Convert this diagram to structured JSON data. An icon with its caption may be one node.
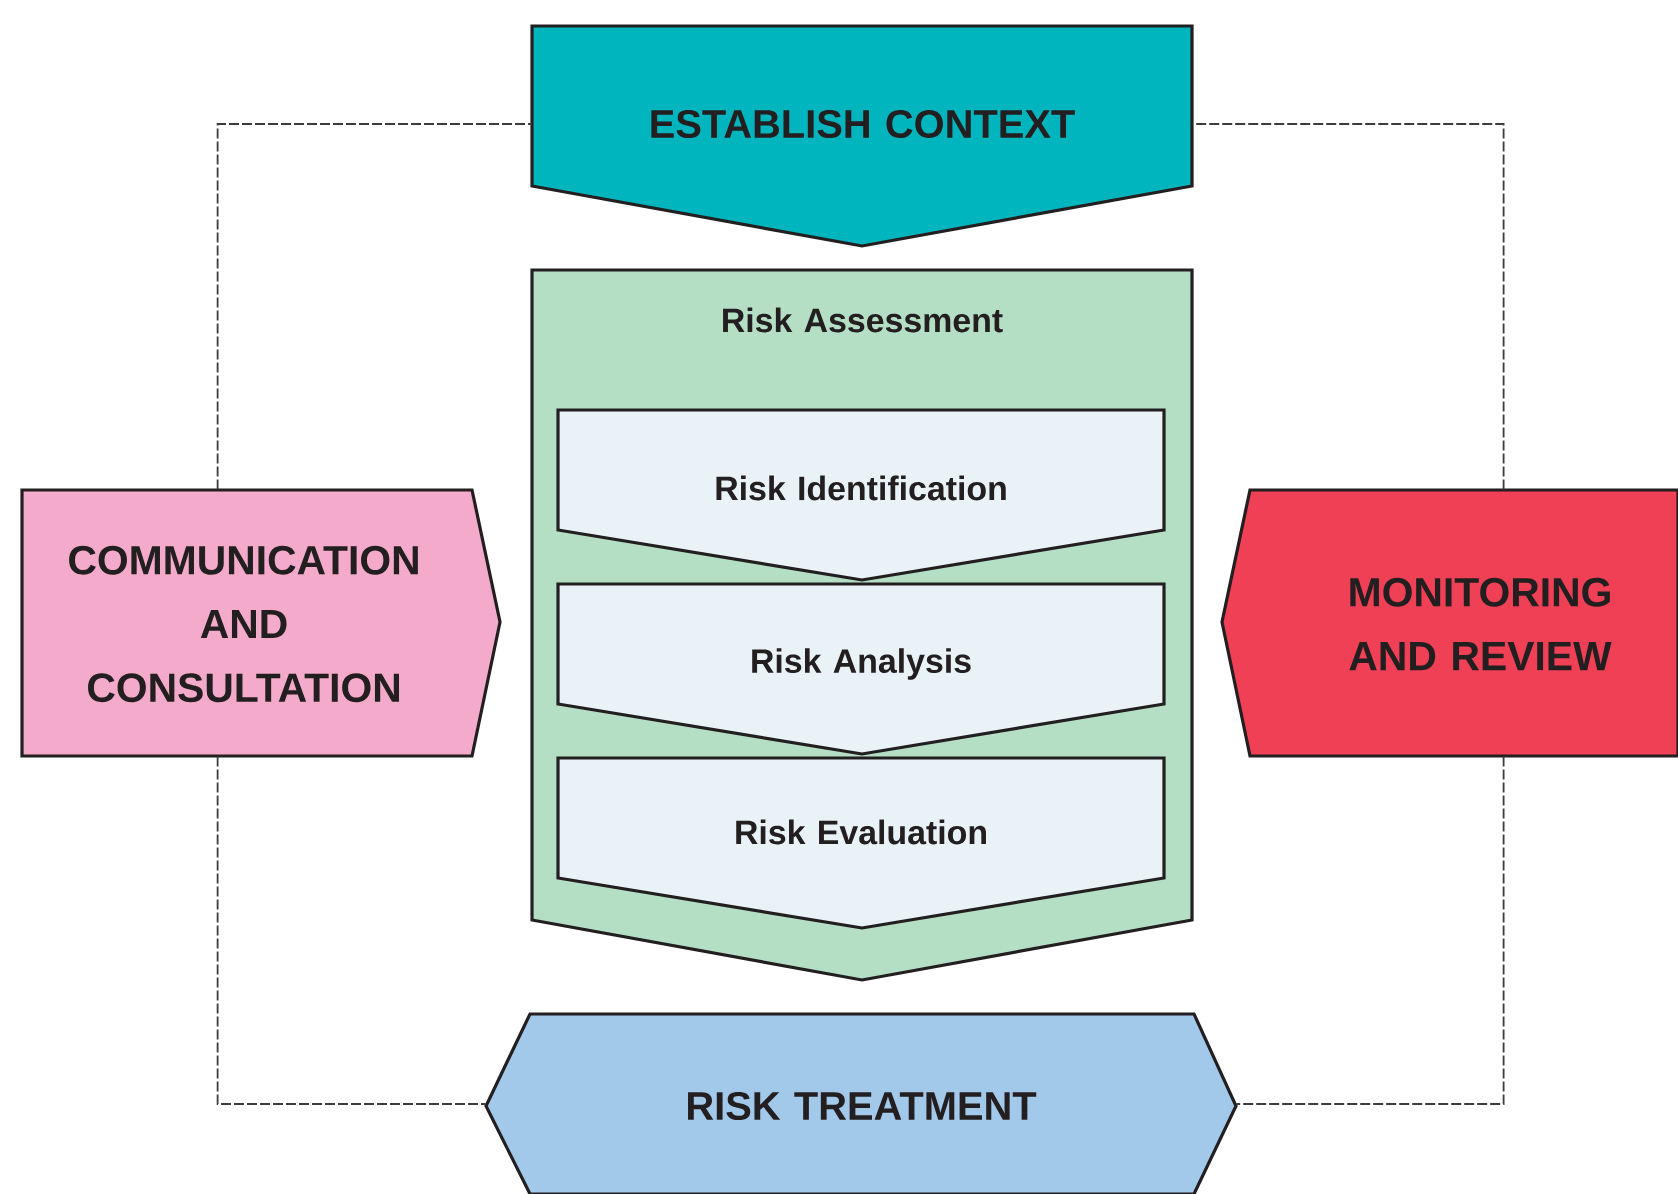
{
  "diagram": {
    "nodes": [
      {
        "text": [
          "ESTABLISH CONTEXT"
        ]
      },
      {
        "text": [
          "Risk Assessment"
        ]
      },
      {
        "text": [
          "Risk Identification"
        ],
        "in": 1
      },
      {
        "text": [
          "Risk Analysis"
        ],
        "in": 1
      },
      {
        "text": [
          "Risk Evaluation"
        ],
        "in": 1
      },
      {
        "text": [
          "COMMUNICATION AND CONSULTATION"
        ]
      },
      {
        "text": [
          "MONITORING AND REVIEW"
        ]
      },
      {
        "text": [
          "RISK TREATMENT"
        ]
      }
    ],
    "edges": [
      {
        "from": 0,
        "to": 5,
        "arrow": "none",
        "style": "dashed"
      },
      {
        "from": 0,
        "to": 6,
        "arrow": "none",
        "style": "dashed"
      },
      {
        "from": 5,
        "to": 7,
        "arrow": "none",
        "style": "dashed"
      },
      {
        "from": 6,
        "to": 7,
        "arrow": "none",
        "style": "dashed"
      }
    ]
  }
}
